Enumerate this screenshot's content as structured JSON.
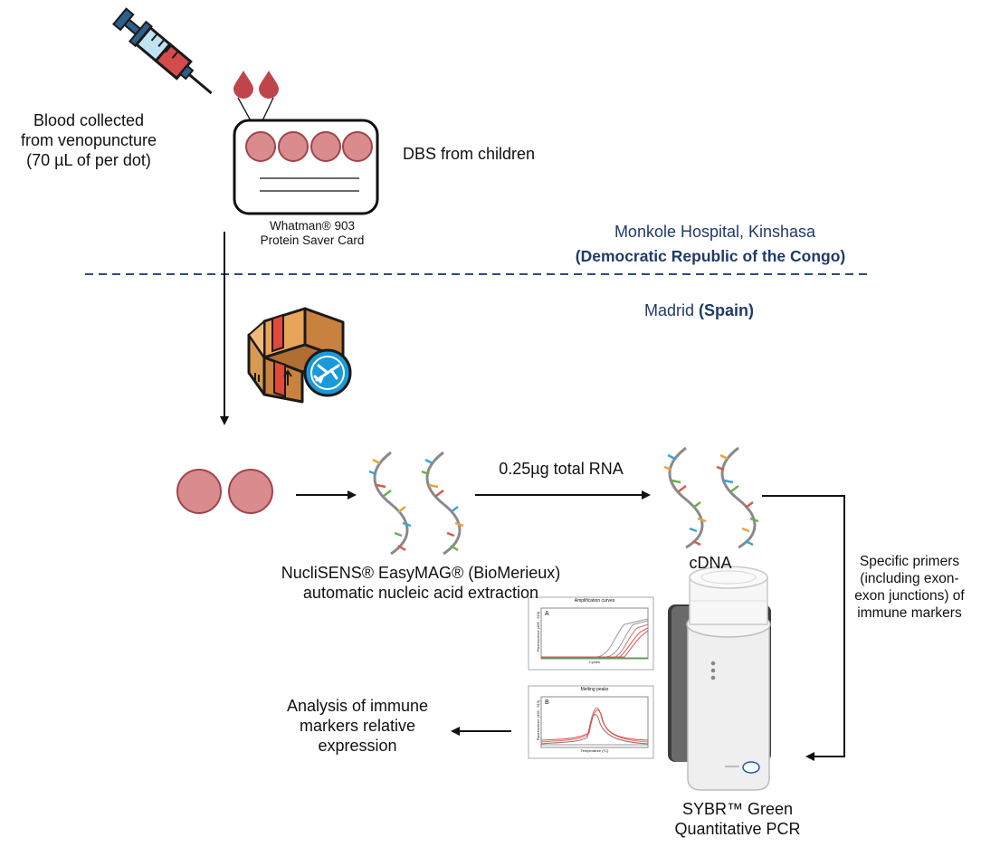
{
  "labels": {
    "blood_collected": [
      "Blood collected",
      "from venopuncture",
      "(70 µL of per dot)"
    ],
    "dbs_from_children": "DBS from children",
    "card_name": [
      "Whatman® 903",
      "Protein Saver Card"
    ],
    "site_top": "Monkole Hospital, Kinshasa",
    "site_top_country": "(Democratic Republic of the Congo)",
    "site_bottom": "Madrid",
    "site_bottom_country": "(Spain)",
    "rna_amount": "0.25µg total RNA",
    "cdna": "cDNA",
    "extraction": [
      "NucliSENS® EasyMAG® (BioMerieux)",
      "automatic nucleic acid extraction"
    ],
    "primers": [
      "Specific primers",
      "(including exon-",
      "exon junctions) of",
      "immune markers"
    ],
    "analysis": [
      "Analysis of  immune",
      "markers relative",
      "expression"
    ],
    "pcr": [
      "SYBR™ Green",
      "Quantitative PCR"
    ],
    "plot_a_title": "Amplification curves",
    "plot_a_letter": "A",
    "plot_a_xlabel": "Cycles",
    "plot_a_ylabel": "Fluorescence (465 - 510)",
    "plot_b_title": "Melting peaks",
    "plot_b_letter": "B",
    "plot_b_xlabel": "Temperature (°C)",
    "plot_b_ylabel": "Fluorescence (465 - 510)"
  },
  "colors": {
    "dot_fill": "#d98b8e",
    "dot_stroke": "#a0454b",
    "drop": "#c0454a",
    "site_blue": "#1f3b6a",
    "dashed_line": "#2b4c7e",
    "box": "#c8813f",
    "plane_badge": "#1a9ad8"
  },
  "icons": [
    "syringe-icon",
    "blood-drop-icon",
    "shipping-box-icon",
    "airplane-icon",
    "dna-strand-icon",
    "pcr-machine-icon"
  ]
}
